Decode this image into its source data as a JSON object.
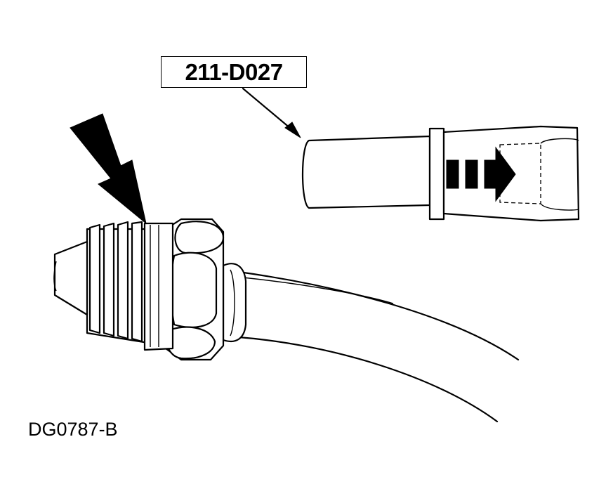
{
  "diagram": {
    "tool_number": "211-D027",
    "figure_id": "DG0787-B"
  },
  "colors": {
    "line": "#000000",
    "background": "#ffffff"
  },
  "icons": {
    "pointer": "black-pointer-arrow",
    "direction": "direction-arrow-right"
  }
}
